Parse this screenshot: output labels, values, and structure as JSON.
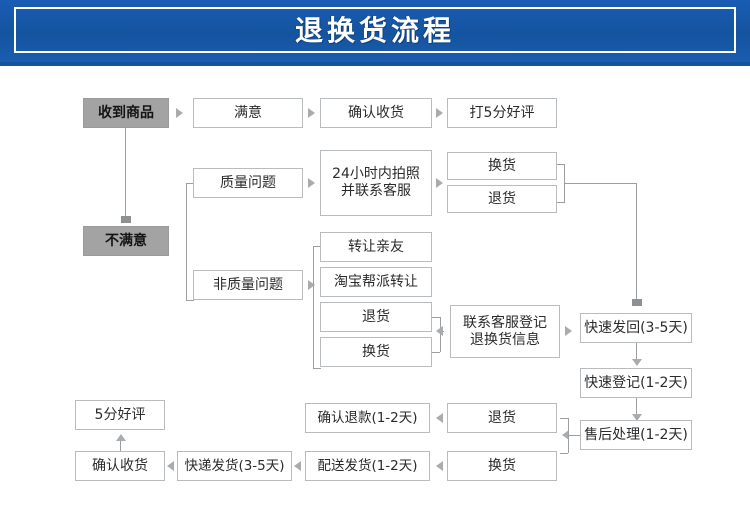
{
  "banner": {
    "title": "退换货流程",
    "bg_color": "#14549f",
    "text_color": "#ffffff"
  },
  "theme": {
    "box_border": "#b9bcbe",
    "box_fill": "#ffffff",
    "gray_fill": "#a3a3a3",
    "connector": "#9b9fa2",
    "text": "#2b2b2b"
  },
  "nodes": {
    "received": "收到商品",
    "satisfied": "满意",
    "confirm_receipt_top": "确认收货",
    "rate_five_top": "打5分好评",
    "not_satisfied": "不满意",
    "quality_issue": "质量问题",
    "non_quality_issue": "非质量问题",
    "photo_contact": "24小时内拍照\n并联系客服",
    "exchange_top": "换货",
    "return_top": "退货",
    "transfer_friend": "转让亲友",
    "taobao_gang_transfer": "淘宝帮派转让",
    "return_mid": "退货",
    "exchange_mid": "换货",
    "contact_service_register": "联系客服登记\n退换货信息",
    "fast_send_back": "快速发回(3-5天)",
    "fast_register": "快速登记(1-2天)",
    "after_sale_process": "售后处理(1-2天)",
    "return_bottom": "退货",
    "exchange_bottom": "换货",
    "confirm_refund": "确认退款(1-2天)",
    "delivery_ship": "配送发货(1-2天)",
    "express_ship": "快递发货(3-5天)",
    "confirm_receipt_bottom": "确认收货",
    "rate_five_bottom": "5分好评"
  }
}
